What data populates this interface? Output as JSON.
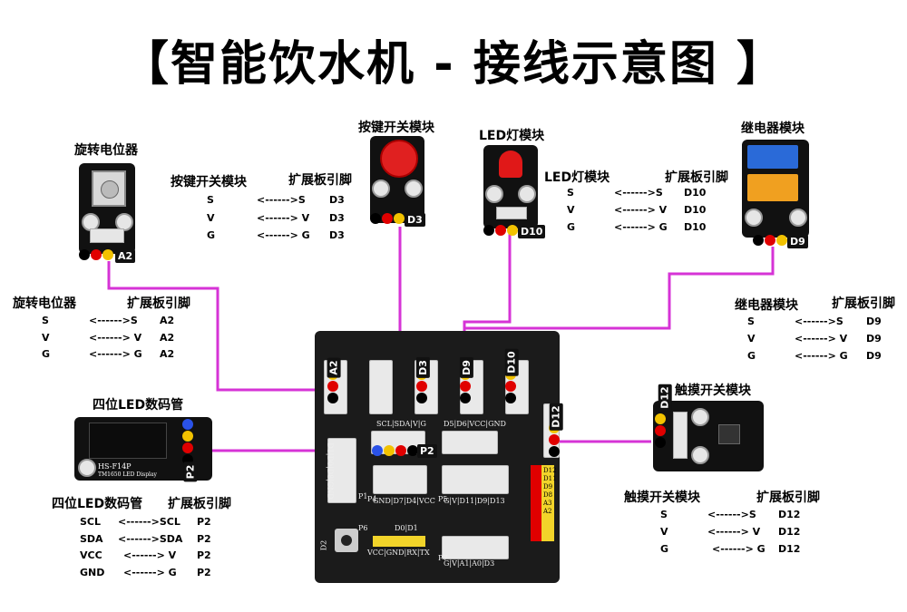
{
  "title": "【智能饮水机 -  接线示意图 】",
  "colors": {
    "wire": "#d633d6",
    "sig_yellow": "#f2c200",
    "vcc_red": "#e00000",
    "gnd_black": "#000000",
    "data_blue": "#2a52e8",
    "board": "#1b1b1b"
  },
  "modules": {
    "pot": {
      "name": "旋转电位器",
      "tag": "A2"
    },
    "button": {
      "name": "按键开关模块",
      "tag": "D3"
    },
    "led": {
      "name": "LED灯模块",
      "tag": "D10"
    },
    "relay": {
      "name": "继电器模块",
      "tag": "D9"
    },
    "touch": {
      "name": "触摸开关模块",
      "tag": "D12"
    },
    "display": {
      "name": "四位LED数码管",
      "tag": "P2",
      "print1": "HS-F14P",
      "print2": "TM1650 LED Display"
    }
  },
  "tables": {
    "button": {
      "module": "按键开关模块",
      "board": "扩展板引脚",
      "rows": [
        [
          "S",
          "<------>S",
          "D3"
        ],
        [
          "V",
          "<------> V",
          "D3"
        ],
        [
          "G",
          "<------> G",
          "D3"
        ]
      ]
    },
    "led": {
      "module": "LED灯模块",
      "board": "扩展板引脚",
      "rows": [
        [
          "S",
          "<------>S",
          "D10"
        ],
        [
          "V",
          "<------> V",
          "D10"
        ],
        [
          "G",
          "<------> G",
          "D10"
        ]
      ]
    },
    "pot": {
      "module": "旋转电位器",
      "board": "扩展板引脚",
      "rows": [
        [
          "S",
          "<------>S",
          "A2"
        ],
        [
          "V",
          "<------> V",
          "A2"
        ],
        [
          "G",
          "<------> G",
          "A2"
        ]
      ]
    },
    "relay": {
      "module": "继电器模块",
      "board": "扩展板引脚",
      "rows": [
        [
          "S",
          "<------>S",
          "D9"
        ],
        [
          "V",
          "<------> V",
          "D9"
        ],
        [
          "G",
          "<------> G",
          "D9"
        ]
      ]
    },
    "display": {
      "module": "四位LED数码管",
      "board": "扩展板引脚",
      "rows": [
        [
          "SCL",
          "<------>SCL",
          "P2"
        ],
        [
          "SDA",
          "<------>SDA",
          "P2"
        ],
        [
          "VCC",
          "<------> V",
          "P2"
        ],
        [
          "GND",
          "<------> G",
          "P2"
        ]
      ]
    },
    "touch": {
      "module": "触摸开关模块",
      "board": "扩展板引脚",
      "rows": [
        [
          "S",
          "<------>S",
          "D12"
        ],
        [
          "V",
          "<------> V",
          "D12"
        ],
        [
          "G",
          "<------> G",
          "D12"
        ]
      ]
    }
  },
  "board": {
    "ports": {
      "a2": "A2",
      "d3": "D3",
      "d9": "D9",
      "d10": "D10",
      "d12": "D12",
      "p2": "P2"
    },
    "silk": {
      "scl": "SCL|SDA|V|G",
      "d5": "D5|D6|VCC|GND",
      "p4": "GND|D7|D4|VCC",
      "p5": "G|V|D11|D9|D13",
      "p6": "D0|D1",
      "vcc": "VCC|GND|RX|TX",
      "p7": "G|V|A1|A0|D3",
      "p1": "P1",
      "p4l": "P4",
      "p5l": "P5",
      "p6l": "P6",
      "p7l": "P7",
      "d2": "D2",
      "side": "D1|D0|D8|GND",
      "right": [
        "D12",
        "D11",
        "D9",
        "D8",
        "A3",
        "A2"
      ]
    }
  }
}
